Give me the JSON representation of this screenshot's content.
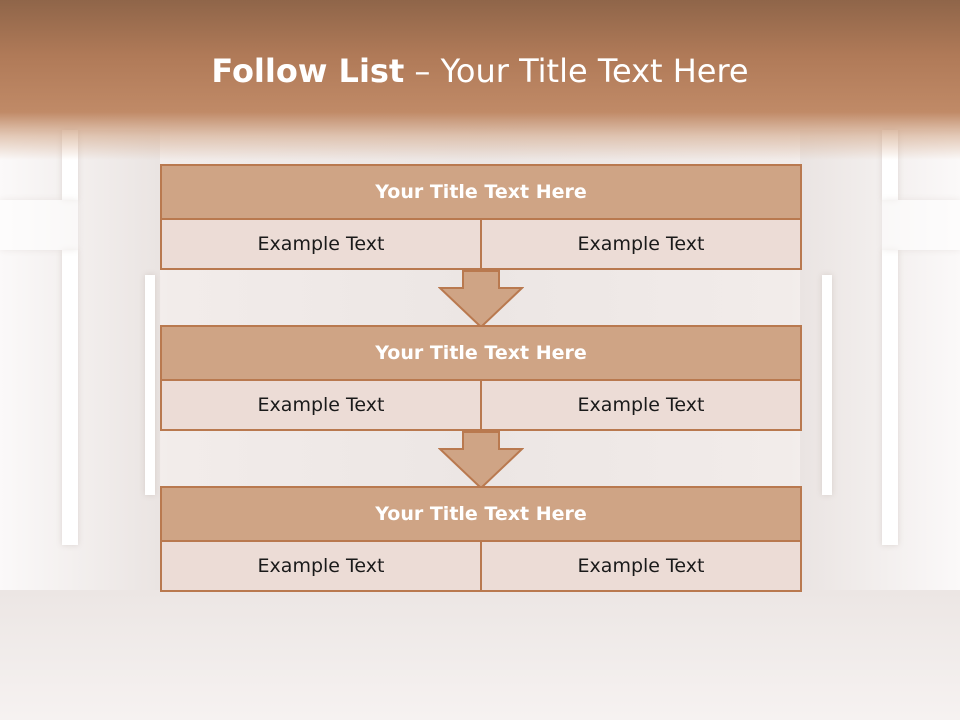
{
  "slide": {
    "title_bold": "Follow List",
    "title_rest": " – Your Title Text Here"
  },
  "steps": [
    {
      "title": "Your Title Text Here",
      "left": "Example Text",
      "right": "Example Text"
    },
    {
      "title": "Your Title Text Here",
      "left": "Example Text",
      "right": "Example Text"
    },
    {
      "title": "Your Title Text Here",
      "left": "Example Text",
      "right": "Example Text"
    }
  ],
  "colors": {
    "header": "#b07a58",
    "box_title_fill": "#cfa485",
    "box_border": "#b9794f",
    "cell_fill": "#ecdcd6"
  },
  "icons": [
    "down-arrow-icon"
  ]
}
